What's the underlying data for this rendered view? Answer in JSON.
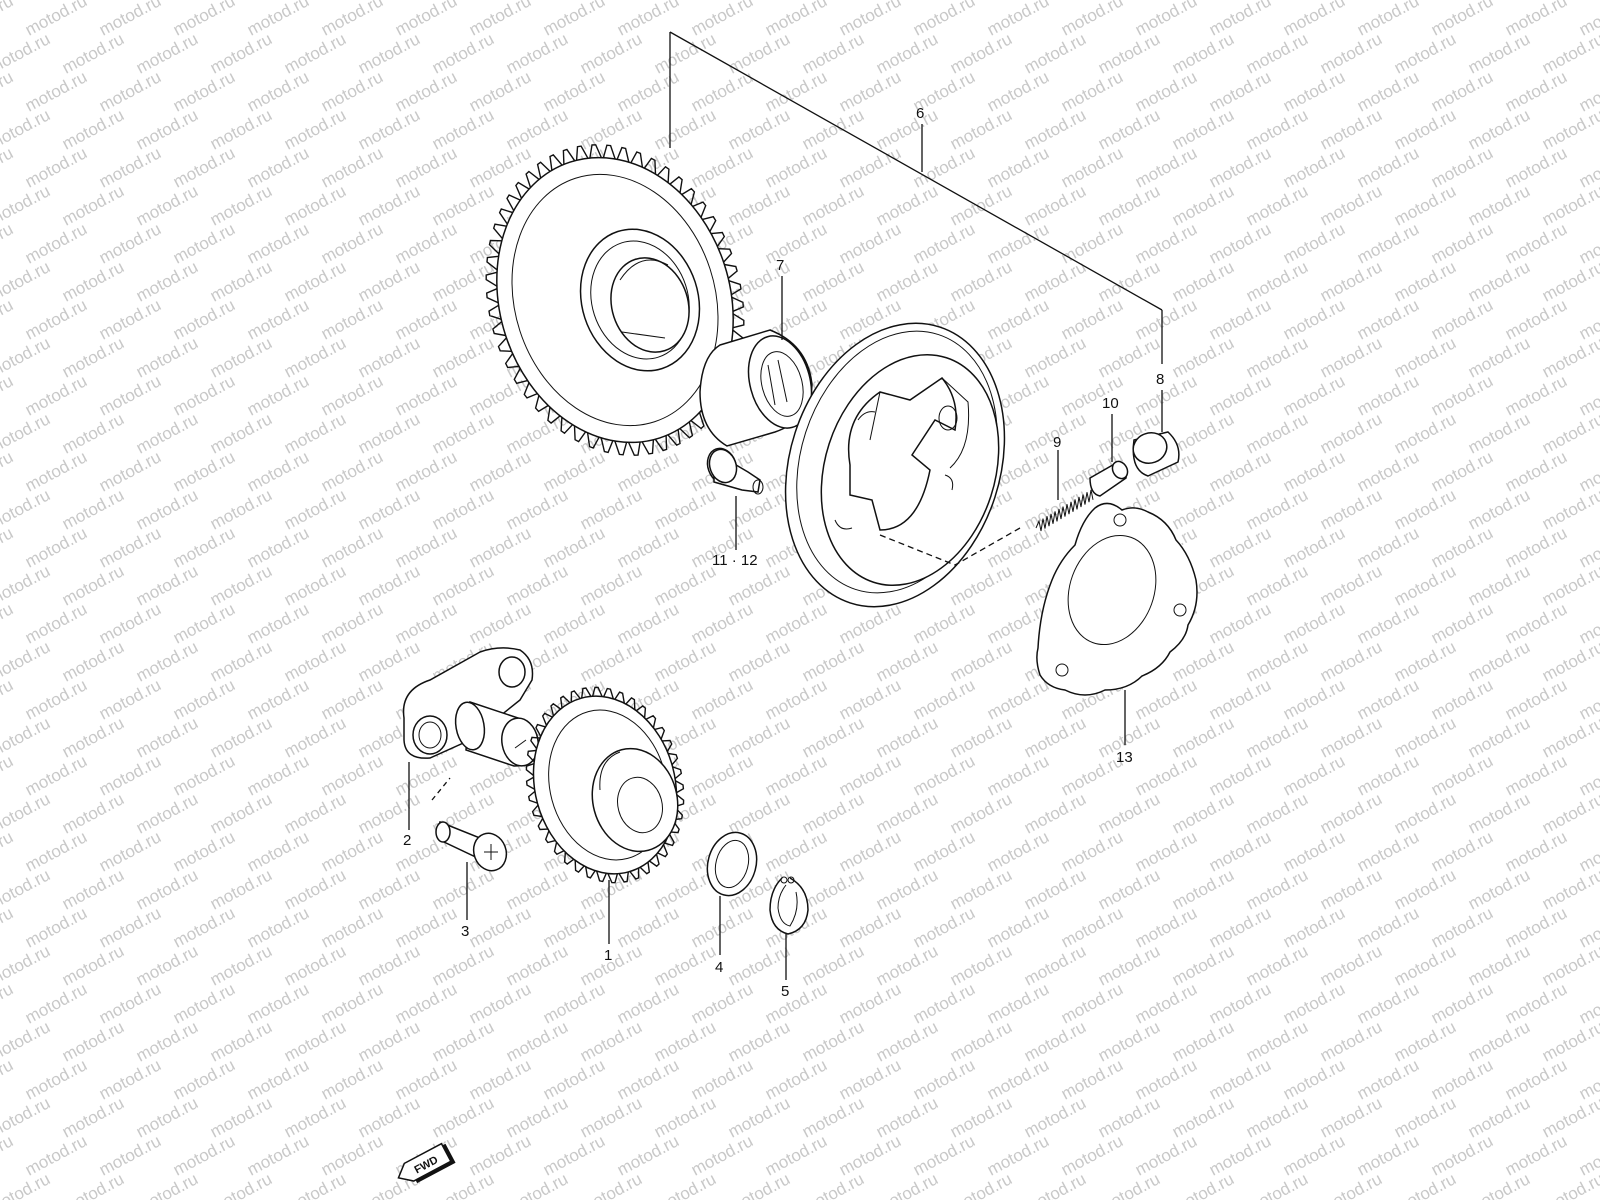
{
  "watermark": {
    "text": "motod.ru"
  },
  "callouts": {
    "p1": "1",
    "p2": "2",
    "p3": "3",
    "p4": "4",
    "p5": "5",
    "p6": "6",
    "p7": "7",
    "p8": "8",
    "p9": "9",
    "p10": "10",
    "p11_12": "11 · 12",
    "p13": "13"
  },
  "fwd_label": "FWD"
}
